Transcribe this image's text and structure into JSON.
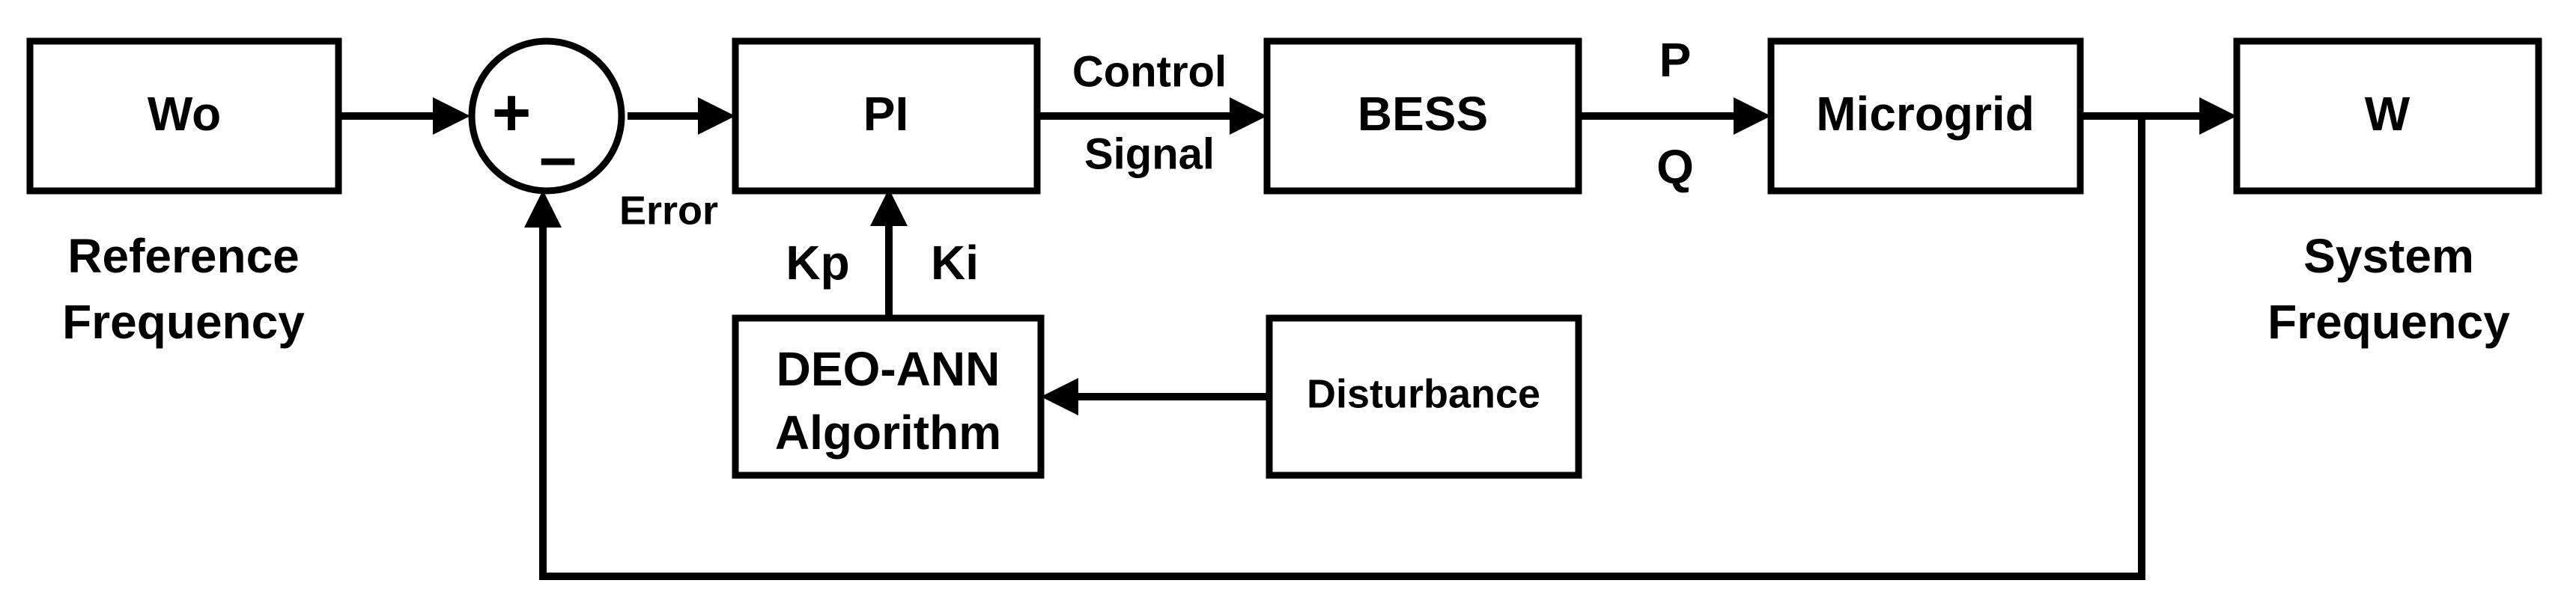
{
  "blocks": {
    "reference": "Wo",
    "controller": "PI",
    "storage": "BESS",
    "plant": "Microgrid",
    "output": "W",
    "optimizer_line1": "DEO-ANN",
    "optimizer_line2": "Algorithm",
    "disturbance": "Disturbance"
  },
  "summing_junction": {
    "plus": "+",
    "minus": "–"
  },
  "signals": {
    "error": "Error",
    "control_line1": "Control",
    "control_line2": "Signal",
    "p": "P",
    "q": "Q",
    "kp": "Kp",
    "ki": "Ki"
  },
  "captions": {
    "reference_line1": "Reference",
    "reference_line2": "Frequency",
    "system_line1": "System",
    "system_line2": "Frequency"
  }
}
